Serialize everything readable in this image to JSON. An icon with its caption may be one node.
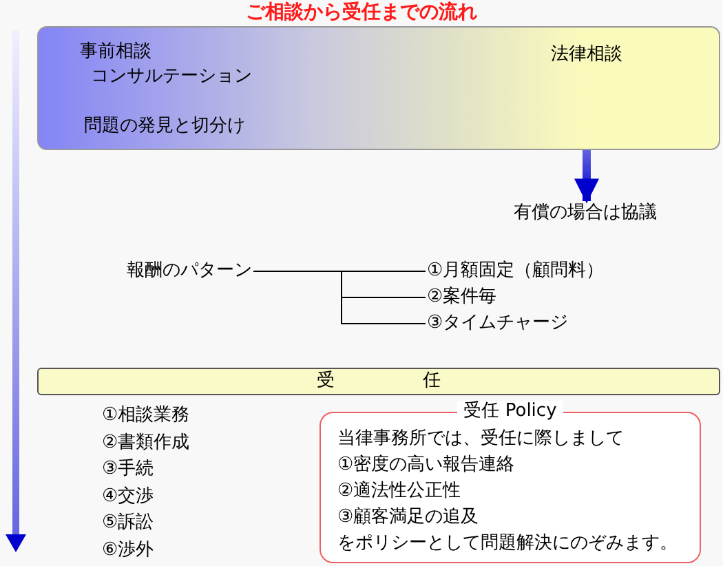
{
  "diagram": {
    "title": "ご相談から受任までの流れ",
    "nodes": [
      {
        "text": [
          "事前相談",
          "コンサルテーション",
          "問題の発見と切分け"
        ]
      },
      {
        "text": [
          "法律相談"
        ],
        "in": 0
      },
      {
        "text": [
          "有償の場合は協議"
        ]
      },
      {
        "text": [
          "報酬のパターン"
        ]
      },
      {
        "text": [
          "①月額固定（顧問料）"
        ]
      },
      {
        "text": [
          "②案件毎"
        ]
      },
      {
        "text": [
          "③タイムチャージ"
        ]
      },
      {
        "text": [
          "受任"
        ]
      },
      {
        "text": [
          "受任 Policy",
          "当律事務所では、受任に際しまして",
          "①密度の高い報告連絡",
          "②適法性公正性",
          "③顧客満足の追及",
          "をポリシーとして問題解決にのぞみます。"
        ]
      }
    ],
    "edges": [
      {
        "from": 1,
        "to": 2,
        "arrow": "to",
        "style": "thick",
        "color": "#0000cc"
      },
      {
        "from": 3,
        "to": 4,
        "arrow": "none"
      },
      {
        "from": 3,
        "to": 5,
        "arrow": "none"
      },
      {
        "from": 3,
        "to": 6,
        "arrow": "none"
      }
    ],
    "labels": [
      "①相談業務",
      "②書類作成",
      "③手続",
      "④交渉",
      "⑤訴訟",
      "⑥渉外"
    ]
  }
}
